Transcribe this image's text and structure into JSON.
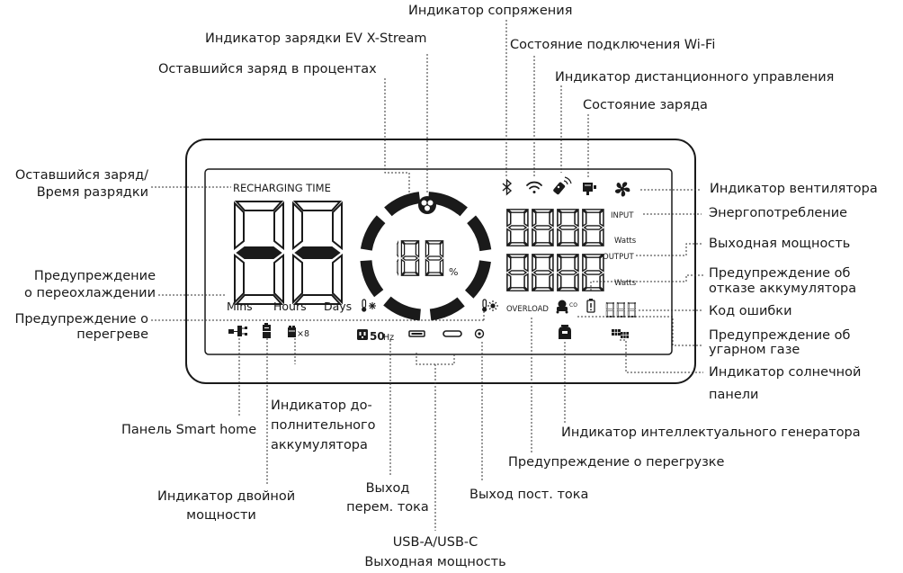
{
  "labels": {
    "pairing": "Индикатор сопряжения",
    "ev_charging": "Индикатор зарядки EV X-Stream",
    "wifi": "Состояние подключения Wi-Fi",
    "remaining_percent": "Оставшийся заряд в процентах",
    "remote_control": "Индикатор дистанционного управления",
    "charge_state": "Состояние заряда",
    "remaining_time_1": "Оставшийся заряд/",
    "remaining_time_2": "Время разрядки",
    "fan": "Индикатор вентилятора",
    "power_consumption": "Энергопотребление",
    "output_power": "Выходная мощность",
    "overcool_1": "Предупреждение",
    "overcool_2": "о переохлаждении",
    "battery_fail_1": "Предупреждение об",
    "battery_fail_2": "отказе аккумулятора",
    "overheat_1": "Предупреждение о",
    "overheat_2": "перегреве",
    "error_code": "Код ошибки",
    "co_warning_1": "Предупреждение об",
    "co_warning_2": "угарном газе",
    "solar_1": "Индикатор солнечной",
    "solar_2": "панели",
    "extra_battery_1": "Индикатор до-",
    "extra_battery_2": "полнительного",
    "extra_battery_3": "аккумулятора",
    "smart_home": "Панель Smart home",
    "smart_generator": "Индикатор интеллектуального генератора",
    "overload": "Предупреждение о перегрузке",
    "dual_power_1": "Индикатор двойной",
    "dual_power_2": "мощности",
    "ac_output_1": "Выход",
    "ac_output_2": "перем. тока",
    "dc_output": "Выход пост. тока",
    "usb_1": "USB-A/USB-C",
    "usb_2": "Выходная мощность"
  },
  "display": {
    "recharging_time": "RECHARGING TIME",
    "mins": "Mins",
    "hours": "Hours",
    "days": "Days",
    "input": "INPUT",
    "output": "OUTPUT",
    "watts_top": "Watts",
    "watts_bottom": "Watts",
    "overload": "OVERLOAD",
    "hz_value": "50",
    "hz_unit": "Hz",
    "percent_sign": "%",
    "extra_battery_count": "×8",
    "co_sup": "CO"
  },
  "colors": {
    "ink": "#1a1a1a",
    "leader": "#333333"
  },
  "icons": [
    "bluetooth-icon",
    "wifi-icon",
    "remote-control-icon",
    "charge-state-icon",
    "fan-icon",
    "ev-charging-icon",
    "cold-thermometer-icon",
    "hot-thermometer-icon",
    "battery-fail-icon",
    "co-warning-icon",
    "smart-home-icon",
    "dual-power-icon",
    "extra-battery-icon",
    "ac-socket-icon",
    "usb-a-icon",
    "usb-c-icon",
    "dc-port-icon",
    "smart-generator-icon",
    "solar-panel-icon"
  ]
}
